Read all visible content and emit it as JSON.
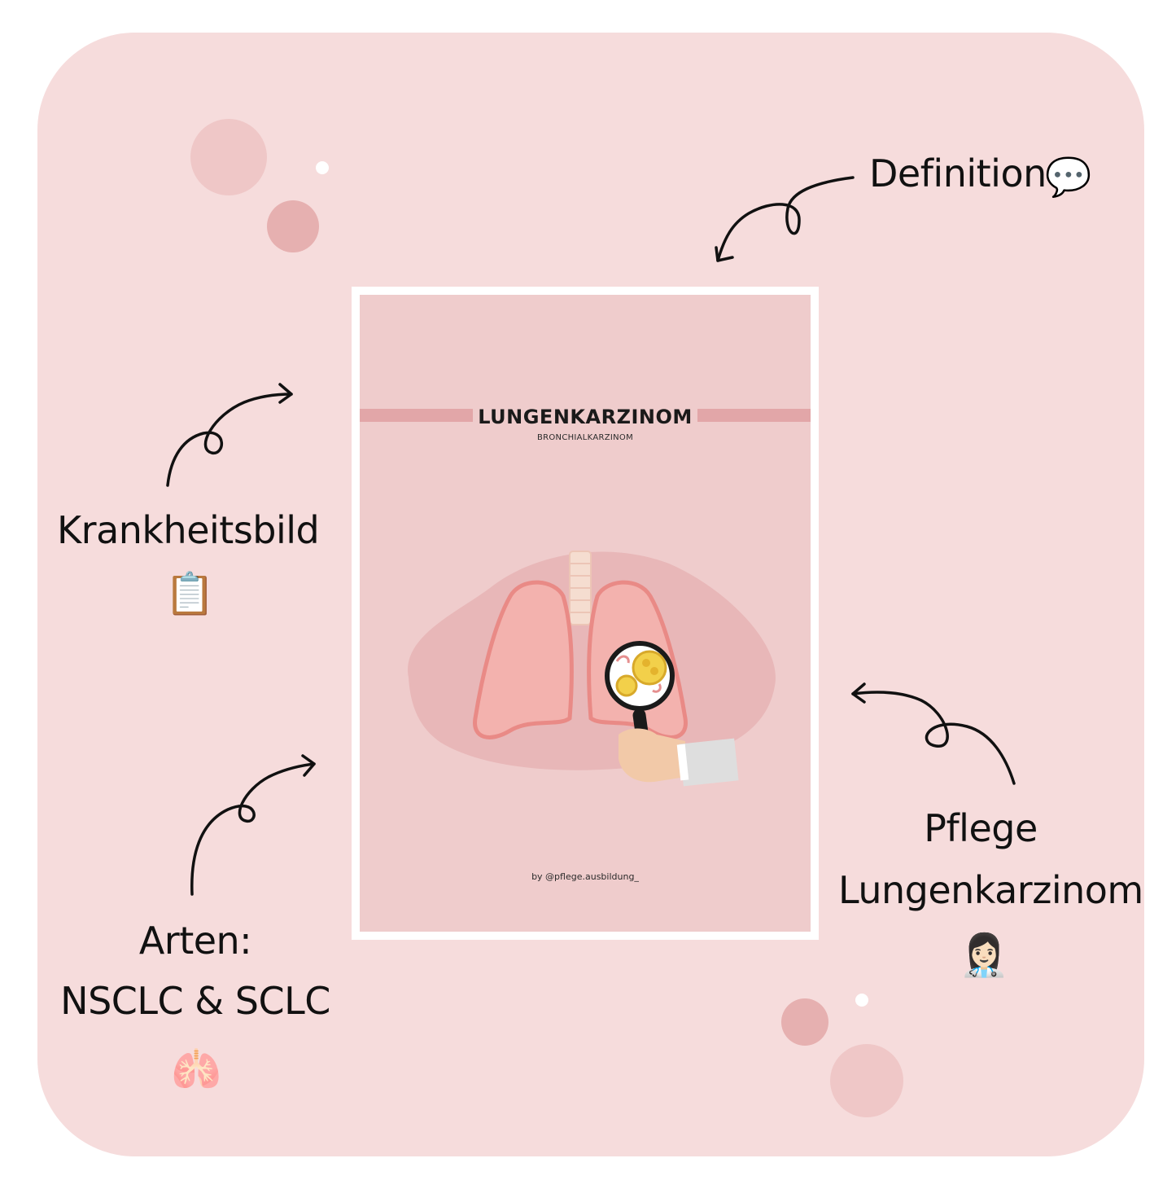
{
  "labels": {
    "definition": "Definition",
    "krankheitsbild": "Krankheitsbild",
    "arten_line1": "Arten:",
    "arten_line2": "NSCLC & SCLC",
    "pflege_line1": "Pflege",
    "pflege_line2": "Lungenkarzinom"
  },
  "emojis": {
    "speech": "💬",
    "clipboard": "📋",
    "lungs": "🫁",
    "doctor": "👩🏻‍⚕️"
  },
  "document": {
    "title": "LUNGENKARZINOM",
    "subtitle": "BRONCHIALKARZINOM",
    "byline": "by  @pflege.ausbildung_"
  },
  "colors": {
    "card_background": "#f6dcdc",
    "document_background": "#efcccc",
    "accent_band": "#e2a6a8",
    "lung_fill": "#f3b2ae",
    "lung_outline": "#e98a86"
  }
}
